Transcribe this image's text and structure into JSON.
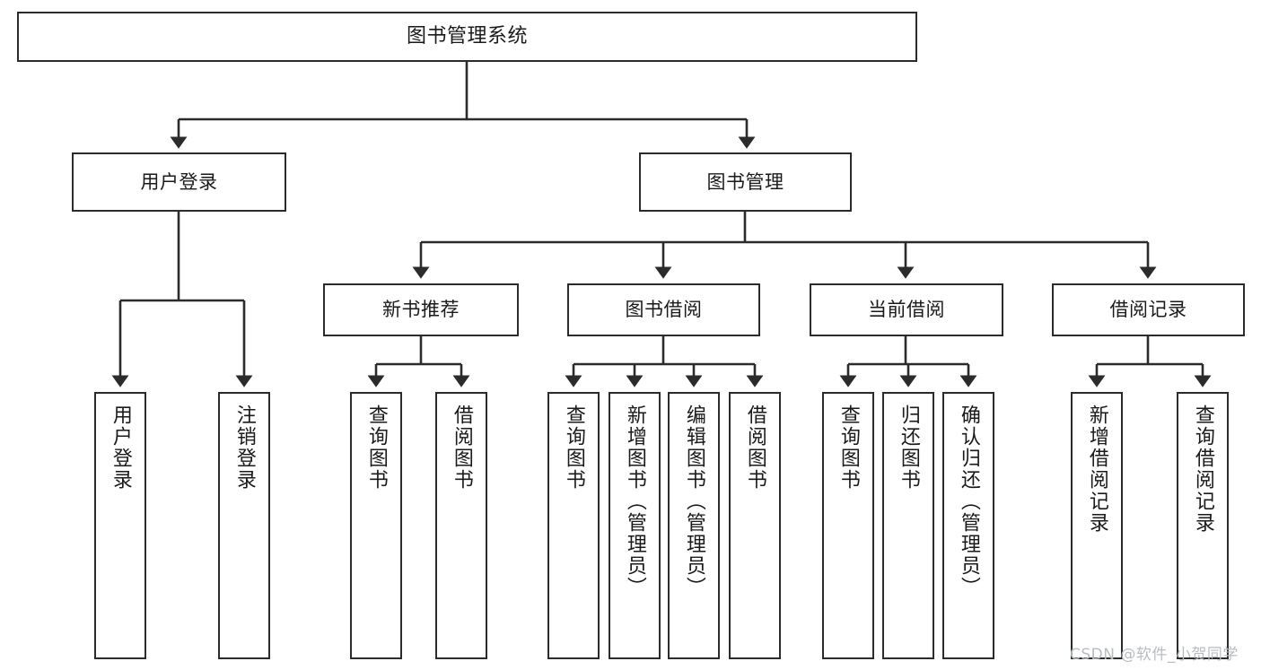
{
  "diagram": {
    "title": "图书管理系统",
    "type": "tree-hierarchy-chart",
    "root": {
      "id": "root",
      "label": "图书管理系统"
    },
    "level1": [
      {
        "id": "user-login",
        "label": "用户登录"
      },
      {
        "id": "book-manage",
        "label": "图书管理"
      }
    ],
    "level2": [
      {
        "id": "new-book-recommend",
        "label": "新书推荐",
        "parent": "book-manage"
      },
      {
        "id": "book-borrow",
        "label": "图书借阅",
        "parent": "book-manage"
      },
      {
        "id": "current-borrow",
        "label": "当前借阅",
        "parent": "book-manage"
      },
      {
        "id": "borrow-record",
        "label": "借阅记录",
        "parent": "book-manage"
      }
    ],
    "leaves": [
      {
        "id": "leaf-user-login",
        "label": "用户登录",
        "parent": "user-login"
      },
      {
        "id": "leaf-user-logout",
        "label": "注销登录",
        "parent": "user-login"
      },
      {
        "id": "leaf-query-book-1",
        "label": "查询图书",
        "parent": "new-book-recommend"
      },
      {
        "id": "leaf-borrow-book-1",
        "label": "借阅图书",
        "parent": "new-book-recommend"
      },
      {
        "id": "leaf-query-book-2",
        "label": "查询图书",
        "parent": "book-borrow"
      },
      {
        "id": "leaf-add-book",
        "label": "新增图书（管理员）",
        "parent": "book-borrow"
      },
      {
        "id": "leaf-edit-book",
        "label": "编辑图书（管理员）",
        "parent": "book-borrow"
      },
      {
        "id": "leaf-borrow-book-2",
        "label": "借阅图书",
        "parent": "book-borrow"
      },
      {
        "id": "leaf-query-book-3",
        "label": "查询图书",
        "parent": "current-borrow"
      },
      {
        "id": "leaf-return-book",
        "label": "归还图书",
        "parent": "current-borrow"
      },
      {
        "id": "leaf-confirm-return",
        "label": "确认归还（管理员）",
        "parent": "current-borrow"
      },
      {
        "id": "leaf-add-record",
        "label": "新增借阅记录",
        "parent": "borrow-record"
      },
      {
        "id": "leaf-query-record",
        "label": "查询借阅记录",
        "parent": "borrow-record"
      }
    ],
    "watermark": "CSDN @软件_小贺同学",
    "colors": {
      "stroke": "#2b2b2b",
      "fill": "#ffffff",
      "text": "#1a1a1a",
      "watermark": "#b9bcc1"
    }
  }
}
